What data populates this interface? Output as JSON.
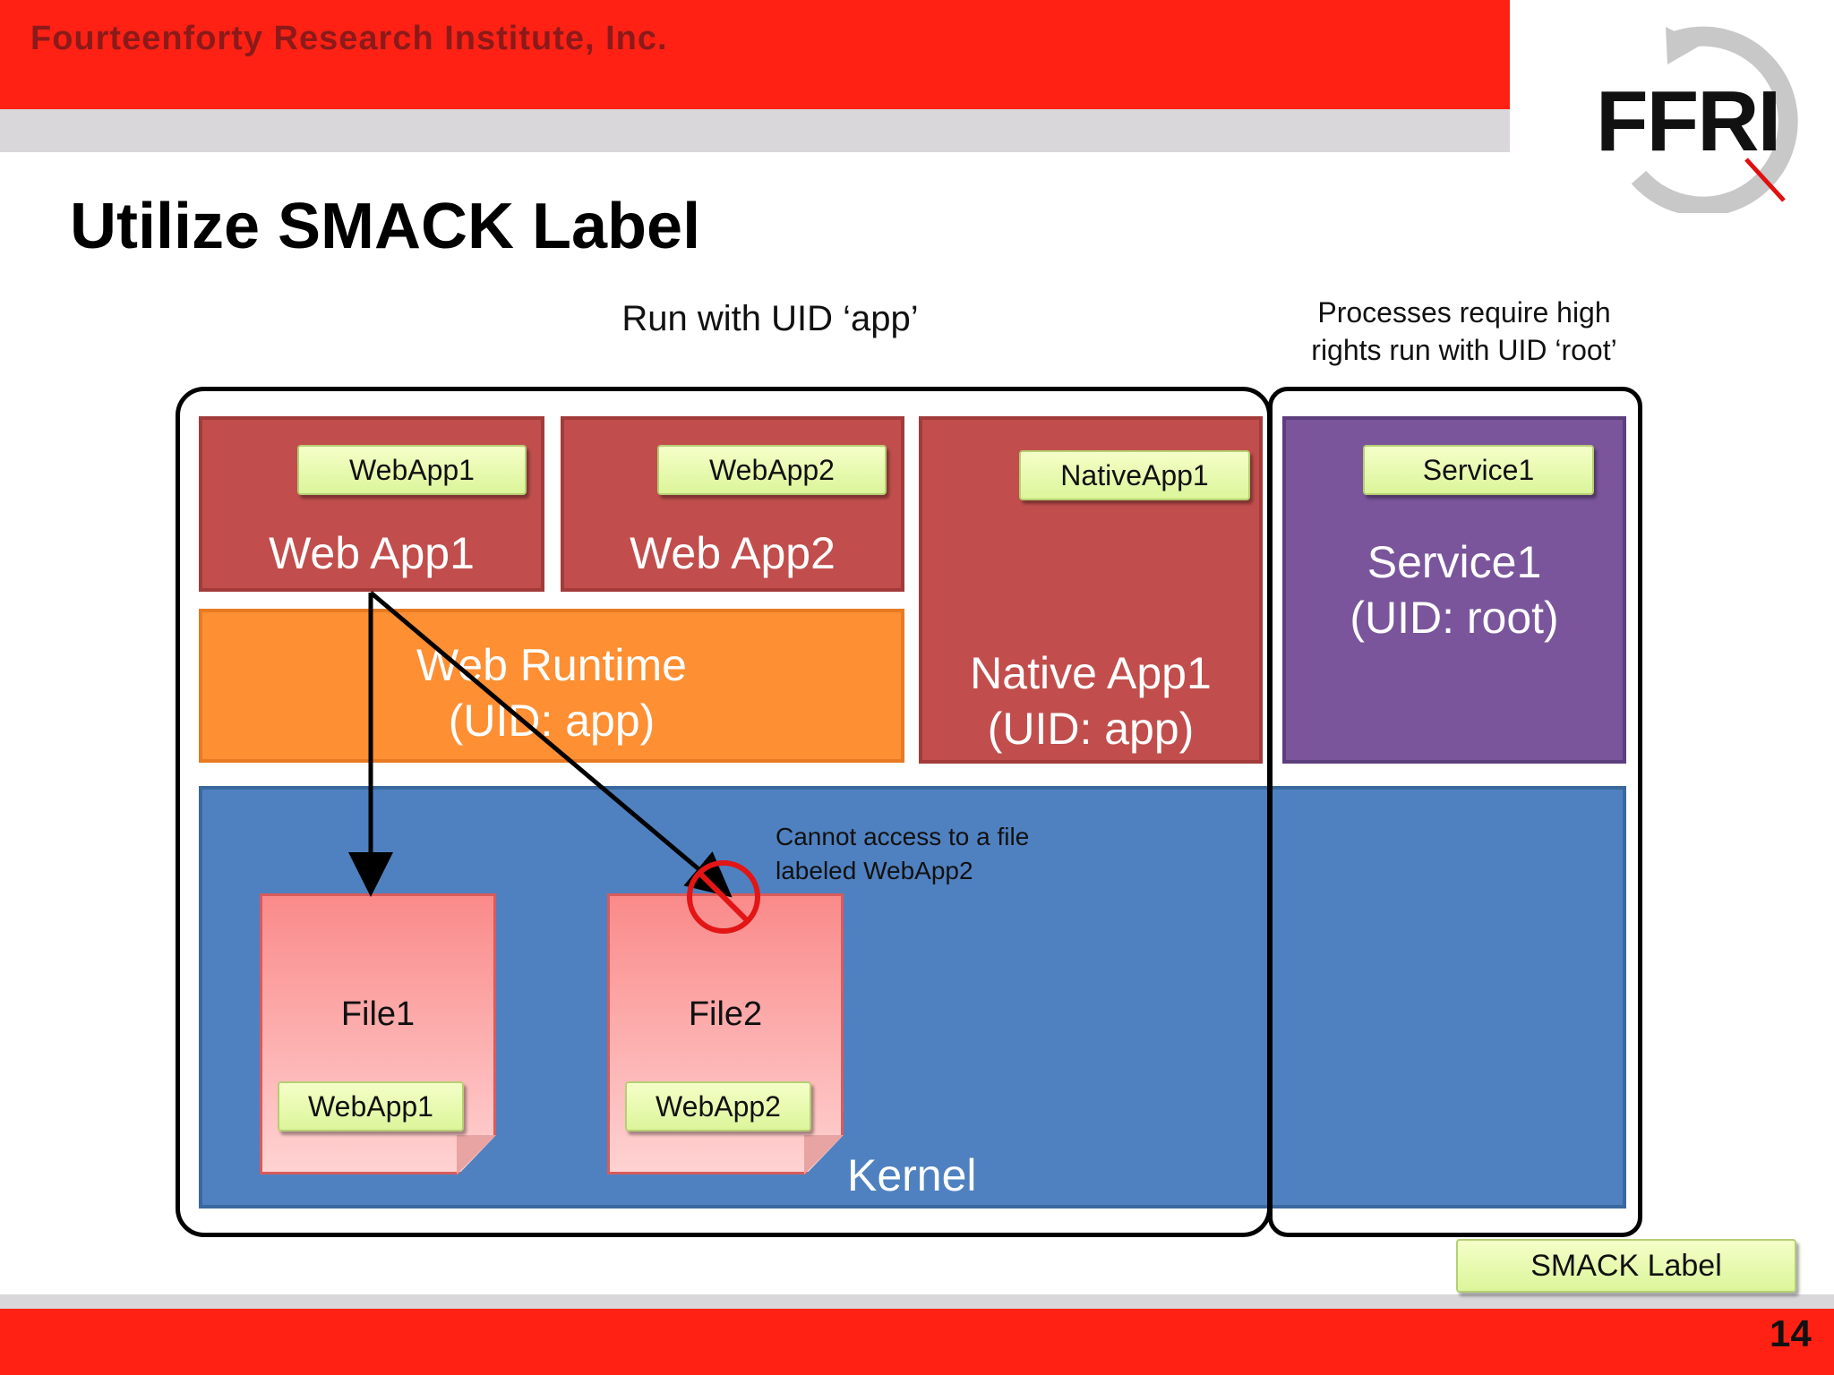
{
  "header": {
    "company": "Fourteenforty Research Institute, Inc.",
    "logo_text": "FFRI"
  },
  "slide": {
    "title": "Utilize SMACK Label",
    "page_number": "14"
  },
  "captions": {
    "app_uid": "Run with UID ‘app’",
    "root_line1": "Processes require high",
    "root_line2": "rights run with UID ‘root’"
  },
  "boxes": {
    "webapp1": {
      "title": "Web App1",
      "tag": "WebApp1"
    },
    "webapp2": {
      "title": "Web App2",
      "tag": "WebApp2"
    },
    "runtime": {
      "line1": "Web Runtime",
      "line2": "(UID: app)"
    },
    "native": {
      "line1": "Native App1",
      "line2": "(UID: app)",
      "tag": "NativeApp1"
    },
    "service": {
      "line1": "Service1",
      "line2": "(UID: root)",
      "tag": "Service1"
    },
    "kernel": {
      "title": "Kernel"
    }
  },
  "files": [
    {
      "name": "File1",
      "tag": "WebApp1"
    },
    {
      "name": "File2",
      "tag": "WebApp2"
    }
  ],
  "note": {
    "line1": "Cannot access to a file",
    "line2": "labeled WebApp2"
  },
  "legend": {
    "smack_label": "SMACK Label"
  },
  "colors": {
    "header_red": "#ff2214",
    "app_red": "#c14e4c",
    "runtime_orange": "#fe8f33",
    "service_purple": "#7a559b",
    "kernel_blue": "#4f81c0",
    "tag_green": "#e8f9b0"
  }
}
